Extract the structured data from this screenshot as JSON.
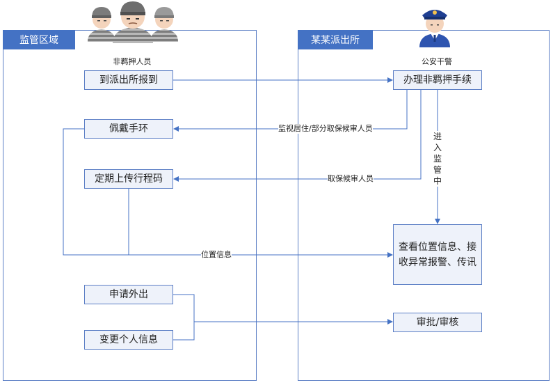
{
  "lanes": {
    "left_title": "监管区域",
    "right_title": "某某派出所"
  },
  "actors": {
    "suspects_label": "非羁押人员",
    "police_label": "公安干警",
    "suspects_icon": "prisoner-group-icon",
    "police_icon": "police-officer-icon"
  },
  "nodes": {
    "report": "到派出所报到",
    "process": "办理非羁押手续",
    "wristband": "佩戴手环",
    "upload": "定期上传行程码",
    "monitor_line1": "查看位置信息、接",
    "monitor_line2": "收异常报警、传讯",
    "apply_out": "申请外出",
    "change_info": "变更个人信息",
    "approve": "审批/审核"
  },
  "edges": {
    "residence_bail": "监视居住/部分取保候审人员",
    "bail": "取保候审人员",
    "enter_supervision": "进入监管中",
    "location_info": "位置信息"
  },
  "colors": {
    "lane_header": "#4472c4",
    "border": "#5b7ec5",
    "box_fill": "#eef2fa",
    "wire": "#4472c4"
  }
}
